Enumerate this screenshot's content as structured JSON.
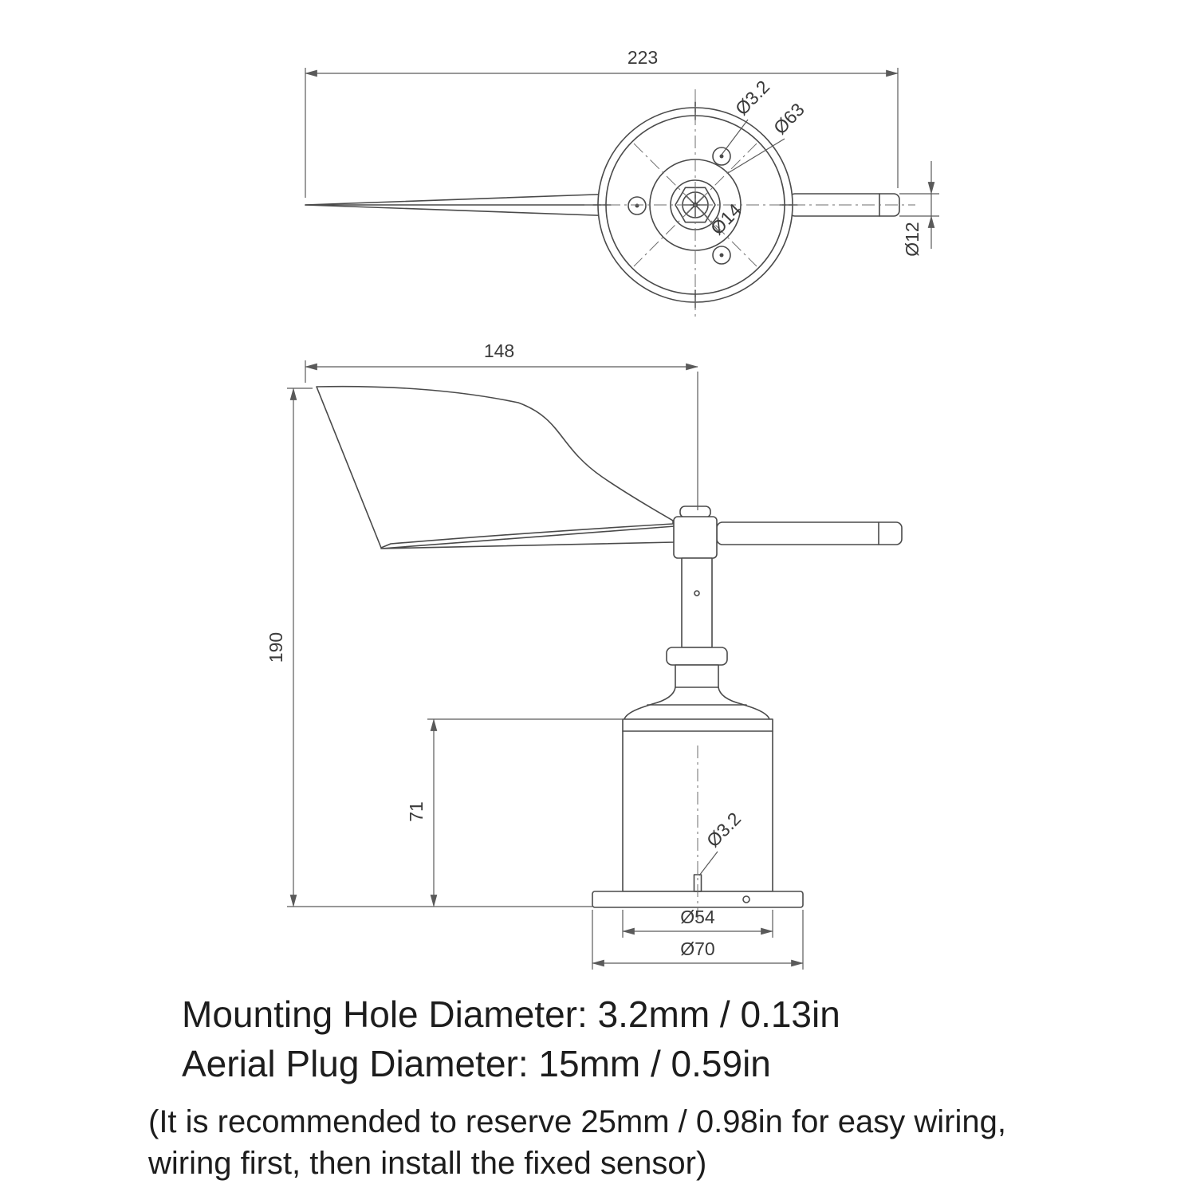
{
  "top_view": {
    "overall_length": "223",
    "mount_hole_dia": "Ø3.2",
    "inner_dia": "Ø63",
    "center_dia": "Ø14",
    "rod_dia": "Ø12"
  },
  "side_view": {
    "vane_length": "148",
    "overall_height": "190",
    "body_height": "71",
    "mount_hole_dia": "Ø3.2",
    "base_inner_dia": "Ø54",
    "base_outer_dia": "Ø70"
  },
  "notes": {
    "line1": "Mounting Hole Diameter: 3.2mm / 0.13in",
    "line2": "Aerial Plug Diameter: 15mm / 0.59in",
    "line3": "(It is recommended to reserve 25mm / 0.98in for easy wiring,",
    "line4": "wiring first, then install the fixed sensor)"
  },
  "colors": {
    "background": "#ffffff",
    "object_line": "#4a4a4a",
    "dimension_line": "#5a5a5a",
    "dimension_text": "#3a3a3a",
    "note_text": "#1d1d1d"
  }
}
